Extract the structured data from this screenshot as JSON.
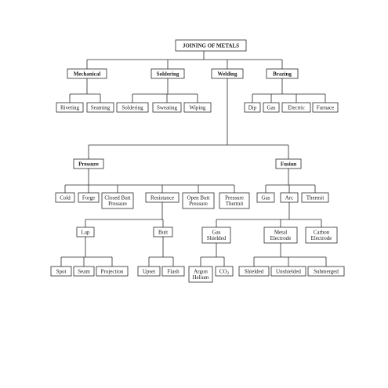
{
  "title": "JOINING OF METALS",
  "nodes": {
    "mechanical": "Mechanical",
    "soldering": "Soldering",
    "welding": "Welding",
    "brazing": "Brazing",
    "riveting": "Riveting",
    "seaming": "Seaming",
    "soldering_proc": "Soldering",
    "sweating": "Sweating",
    "wiping": "Wiping",
    "dip": "Dip",
    "gas_brazing": "Gas",
    "electric": "Electric",
    "furnace": "Furnace",
    "pressure": "Pressure",
    "fusion": "Fusion",
    "cold": "Cold",
    "forge": "Forge",
    "closed_butt": [
      "Closed Butt",
      "Pressure"
    ],
    "resistance": "Resistance",
    "open_butt": [
      "Open Butt",
      "Pressure"
    ],
    "pressure_thermit": [
      "Pressure",
      "Thermit"
    ],
    "gas_fusion": "Gas",
    "arc": "Arc",
    "thermit": "Thermit",
    "lap": "Lap",
    "butt": "Butt",
    "gas_shielded": [
      "Gas",
      "Shielded"
    ],
    "metal_electrode": [
      "Metal",
      "Electrode"
    ],
    "carbon_electrode": [
      "Carbon",
      "Electrode"
    ],
    "spot": "Spot",
    "seam": "Seam",
    "projection": "Projection",
    "upset": "Upset",
    "flash": "Flash",
    "argon_helium": [
      "Argon",
      "Helium"
    ],
    "co2": "CO",
    "co2_sub": "2",
    "shielded": "Shielded",
    "unshielded": "Unshielded",
    "submerged": "Submerged"
  }
}
